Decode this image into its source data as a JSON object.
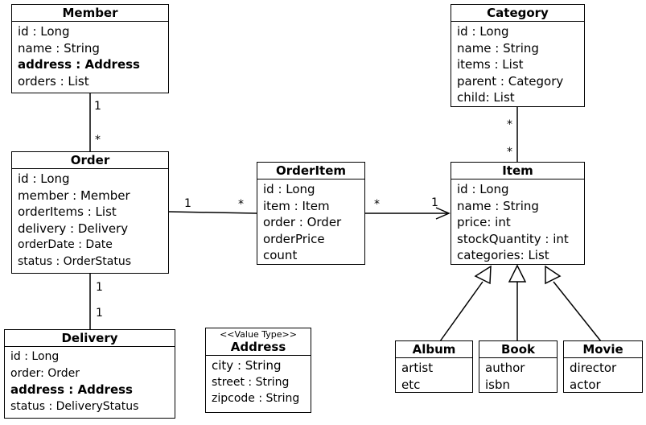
{
  "classes": {
    "member": {
      "title": "Member",
      "attributes": [
        "id : Long",
        "name : String",
        "address : Address",
        "orders : List"
      ]
    },
    "order": {
      "title": "Order",
      "attributes": [
        "id : Long",
        "member : Member",
        "orderItems : List",
        "delivery : Delivery",
        "orderDate : Date",
        "status : OrderStatus"
      ]
    },
    "delivery": {
      "title": "Delivery",
      "attributes": [
        "id : Long",
        "order: Order",
        "address : Address",
        "status : DeliveryStatus"
      ]
    },
    "address": {
      "stereotype": "<<Value Type>>",
      "title": "Address",
      "attributes": [
        "city : String",
        "street : String",
        "zipcode : String"
      ]
    },
    "orderitem": {
      "title": "OrderItem",
      "attributes": [
        "id : Long",
        "item : Item",
        "order : Order",
        "orderPrice",
        "count"
      ]
    },
    "category": {
      "title": "Category",
      "attributes": [
        "id : Long",
        "name : String",
        "items : List",
        "parent : Category",
        "child: List"
      ]
    },
    "item": {
      "title": "Item",
      "attributes": [
        "id : Long",
        "name : String",
        "price: int",
        "stockQuantity : int",
        "categories: List"
      ]
    },
    "album": {
      "title": "Album",
      "attributes": [
        "artist",
        "etc"
      ]
    },
    "book": {
      "title": "Book",
      "attributes": [
        "author",
        "isbn"
      ]
    },
    "movie": {
      "title": "Movie",
      "attributes": [
        "director",
        "actor"
      ]
    }
  },
  "multiplicities": {
    "member_order_member_end": "1",
    "member_order_order_end": "*",
    "order_orderitem_order_end": "1",
    "order_orderitem_orderitem_end": "*",
    "orderitem_item_orderitem_end": "*",
    "orderitem_item_item_end": "1",
    "category_item_category_end": "*",
    "category_item_item_end": "*",
    "order_delivery_order_end": "1",
    "order_delivery_delivery_end": "1"
  }
}
